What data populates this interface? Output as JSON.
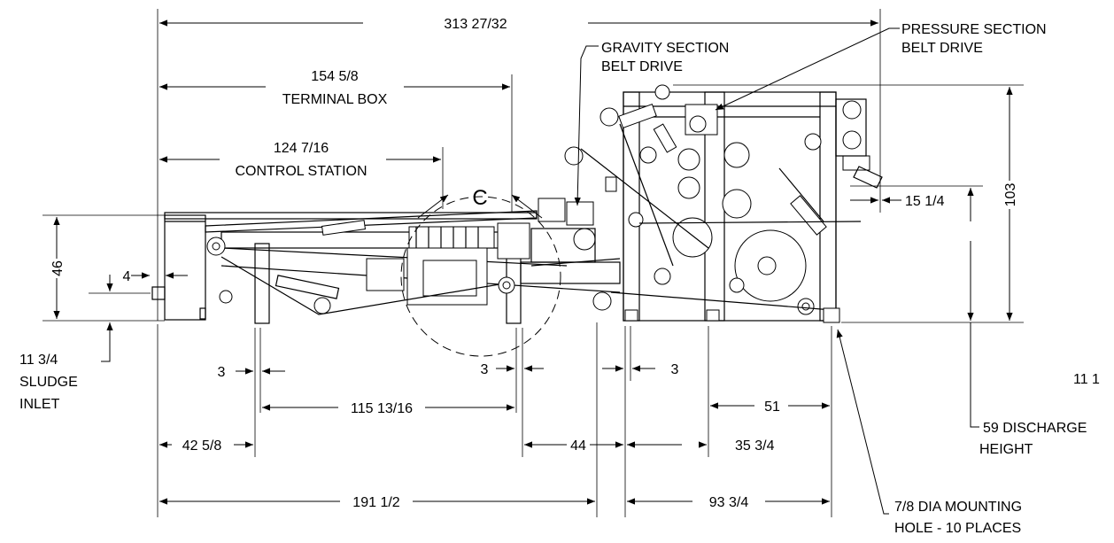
{
  "dimensions": {
    "overall_length": "313 27/32",
    "terminal_box_value": "154 5/8",
    "terminal_box_label": "TERMINAL BOX",
    "control_station_value": "124 7/16",
    "control_station_label": "CONTROL STATION",
    "height_46": "46",
    "offset_4": "4",
    "sludge_inlet_value": "11 3/4",
    "sludge_inlet_line1": "SLUDGE",
    "sludge_inlet_line2": "INLET",
    "leg_3_left": "3",
    "leg_3_mid": "3",
    "leg_3_right": "3",
    "span_115": "115 13/16",
    "span_42": "42 5/8",
    "span_44": "44",
    "span_35": "35 3/4",
    "span_51": "51",
    "span_191": "191 1/2",
    "span_93": "93 3/4",
    "side_15": "15 1/4",
    "height_103": "103",
    "discharge_value": "59 DISCHARGE",
    "discharge_label": "HEIGHT",
    "partial_11": "11 1",
    "mounting_line1": "7/8 DIA MOUNTING",
    "mounting_line2": "HOLE - 10 PLACES"
  },
  "callouts": {
    "gravity_line1": "GRAVITY SECTION",
    "gravity_line2": "BELT DRIVE",
    "pressure_line1": "PRESSURE SECTION",
    "pressure_line2": "BELT DRIVE",
    "detail_letter": "C"
  }
}
